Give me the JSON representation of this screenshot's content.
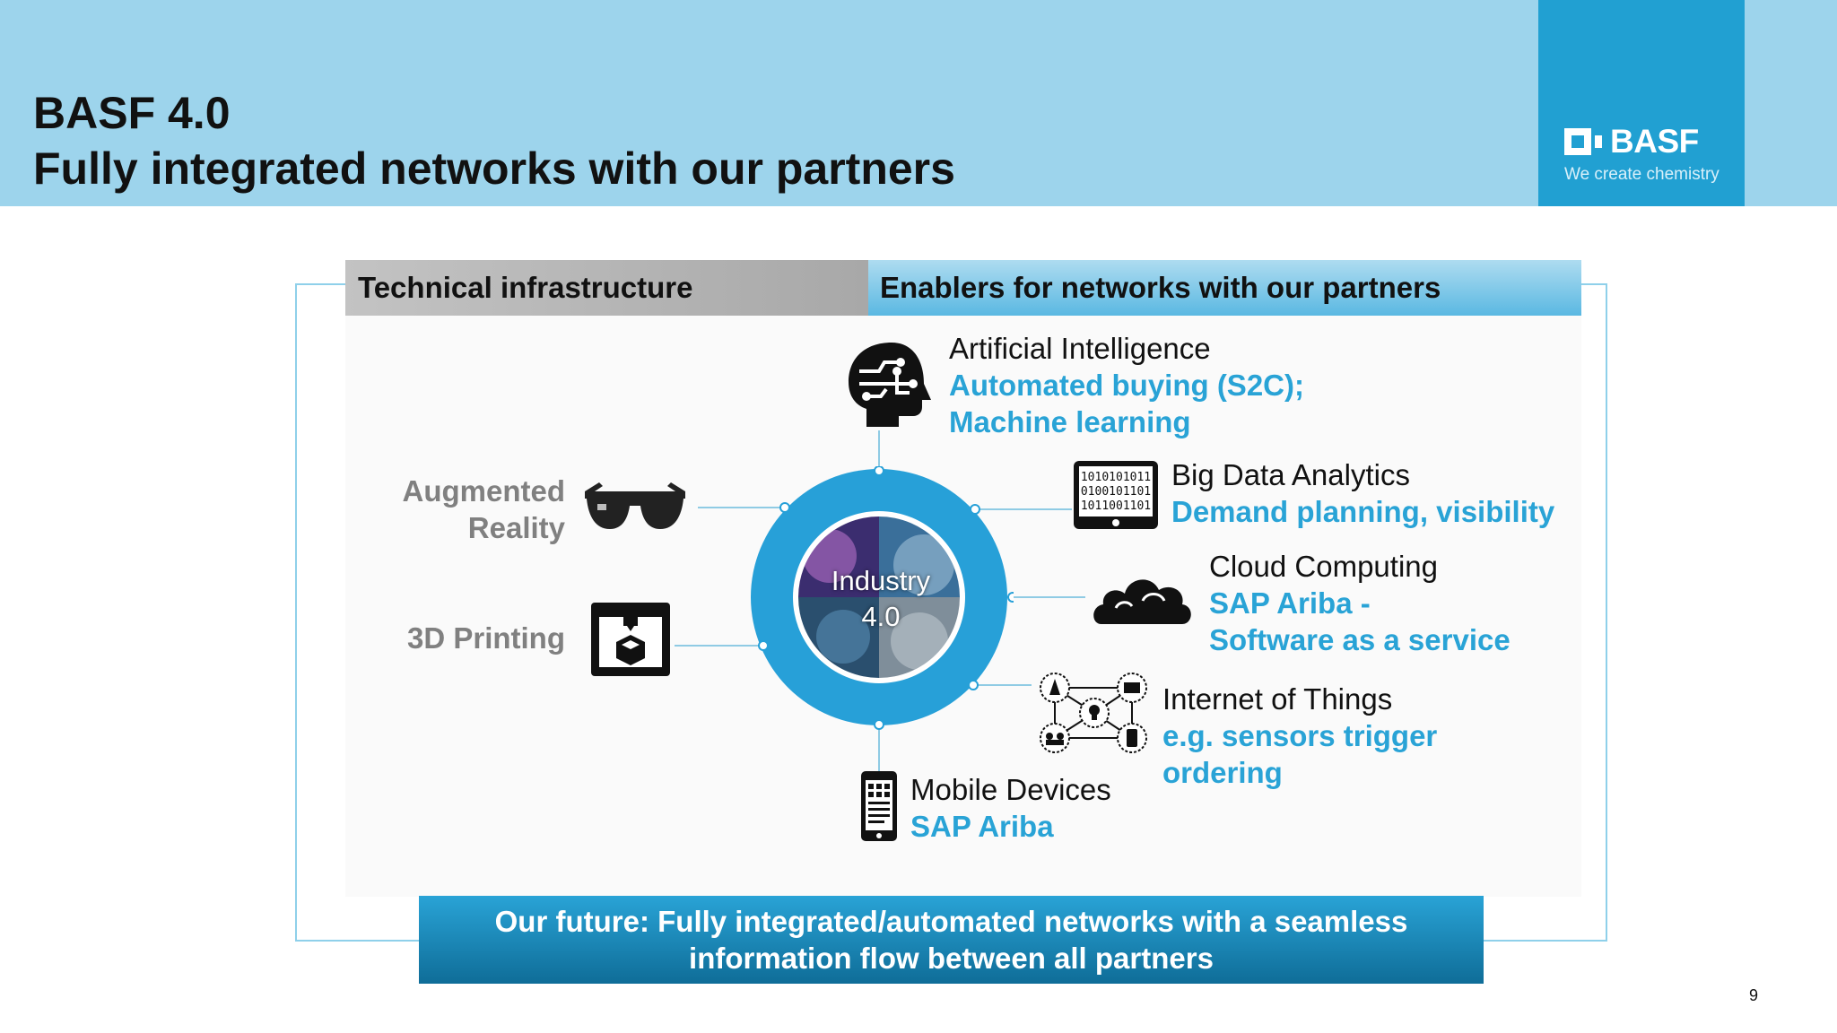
{
  "header": {
    "title_line1": "BASF 4.0",
    "title_line2": "Fully integrated networks with our partners"
  },
  "logo": {
    "name": "BASF",
    "tagline": "We create chemistry",
    "mark_icon": "basf-square-logo-icon"
  },
  "bars": {
    "left": "Technical infrastructure",
    "right": "Enablers for networks with our partners"
  },
  "center": {
    "line1": "Industry",
    "line2": "4.0"
  },
  "infrastructure": [
    {
      "line1": "Augmented",
      "line2": "Reality",
      "icon": "ar-glasses-icon"
    },
    {
      "line1": "3D Printing",
      "icon": "3d-printer-icon"
    }
  ],
  "enablers": [
    {
      "title": "Artificial Intelligence",
      "line1": "Automated buying (S2C);",
      "line2": "Machine learning",
      "icon": "ai-brain-icon"
    },
    {
      "title": "Big Data Analytics",
      "line1": "Demand planning, visibility",
      "icon": "big-data-tablet-icon"
    },
    {
      "title": "Cloud Computing",
      "line1": "SAP Ariba -",
      "line2": "Software as a service",
      "icon": "cloud-icon"
    },
    {
      "title": "Internet of Things",
      "line1": "e.g. sensors trigger",
      "line2": "ordering",
      "icon": "iot-network-icon"
    },
    {
      "title": "Mobile Devices",
      "line1": "SAP Ariba",
      "icon": "smartphone-icon"
    }
  ],
  "future": {
    "line1": "Our future: Fully integrated/automated networks with a seamless",
    "line2": "information flow between all partners"
  },
  "page_number": "9",
  "colors": {
    "header_bg": "#9dd4ec",
    "logo_bg": "#21a0d2",
    "accent": "#29a3d6",
    "ring": "#27a0d8",
    "future_bar_top": "#29a3d6",
    "future_bar_bottom": "#0f6d98"
  }
}
